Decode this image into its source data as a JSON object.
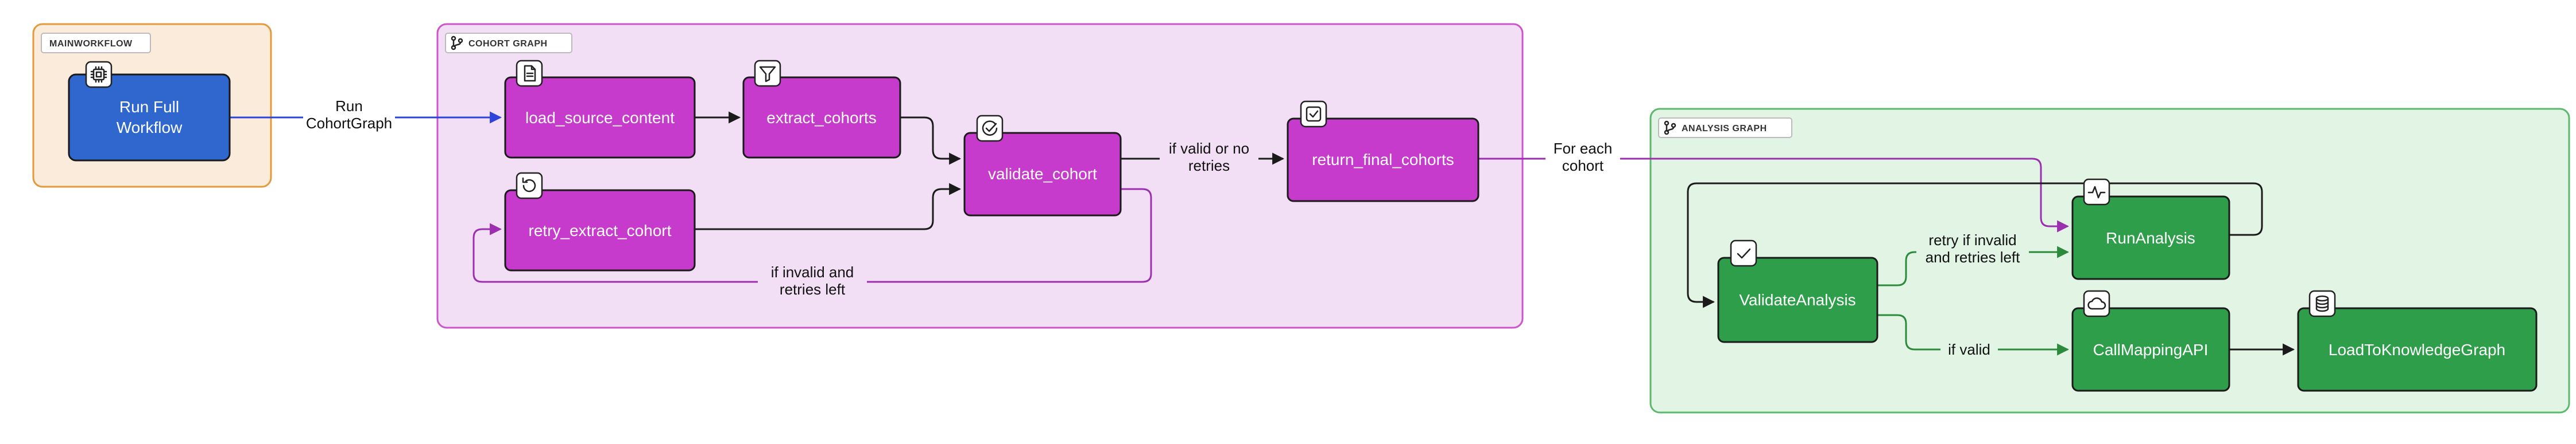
{
  "colors": {
    "main_group_fill": "#FBEBDA",
    "main_group_stroke": "#E39A3A",
    "cohort_group_fill": "#F3DFF5",
    "cohort_group_stroke": "#CC55CC",
    "analysis_group_fill": "#E2F5E5",
    "analysis_group_stroke": "#5CB86C",
    "blue_node": "#2F67CF",
    "magenta_node": "#C63BCB",
    "green_node": "#2E9E4A",
    "edge_blue": "#2E43D9",
    "edge_dark": "#1A1A1A",
    "edge_purple": "#9B2FB0",
    "edge_green": "#2C8A3C"
  },
  "groups": {
    "main": {
      "title": "MAINWORKFLOW"
    },
    "cohort": {
      "title": "COHORT GRAPH",
      "icon": "git-branch-icon"
    },
    "analysis": {
      "title": "ANALYSIS GRAPH",
      "icon": "git-branch-icon"
    }
  },
  "nodes": {
    "run_full_workflow": {
      "label_line1": "Run Full",
      "label_line2": "Workflow",
      "icon": "cpu-icon"
    },
    "load_source_content": {
      "label": "load_source_content",
      "icon": "document-icon"
    },
    "extract_cohorts": {
      "label": "extract_cohorts",
      "icon": "filter-icon"
    },
    "validate_cohort": {
      "label": "validate_cohort",
      "icon": "check-circle-icon"
    },
    "retry_extract_cohort": {
      "label": "retry_extract_cohort",
      "icon": "retry-icon"
    },
    "return_final_cohorts": {
      "label": "return_final_cohorts",
      "icon": "check-square-icon"
    },
    "validate_analysis": {
      "label": "ValidateAnalysis",
      "icon": "check-icon"
    },
    "run_analysis": {
      "label": "RunAnalysis",
      "icon": "activity-icon"
    },
    "call_mapping_api": {
      "label": "CallMappingAPI",
      "icon": "cloud-icon"
    },
    "load_to_knowledge_graph": {
      "label": "LoadToKnowledgeGraph",
      "icon": "database-icon"
    }
  },
  "edges": {
    "run_cohort_graph": {
      "line1": "Run",
      "line2": "CohortGraph"
    },
    "if_valid_or_no_retries": {
      "line1": "if valid or no",
      "line2": "retries"
    },
    "if_invalid_and_retries_left": {
      "line1": "if invalid and",
      "line2": "retries left"
    },
    "for_each_cohort": {
      "line1": "For each",
      "line2": "cohort"
    },
    "retry_if_invalid": {
      "line1": "retry if invalid",
      "line2": "and retries left"
    },
    "if_valid": {
      "label": "if valid"
    }
  }
}
